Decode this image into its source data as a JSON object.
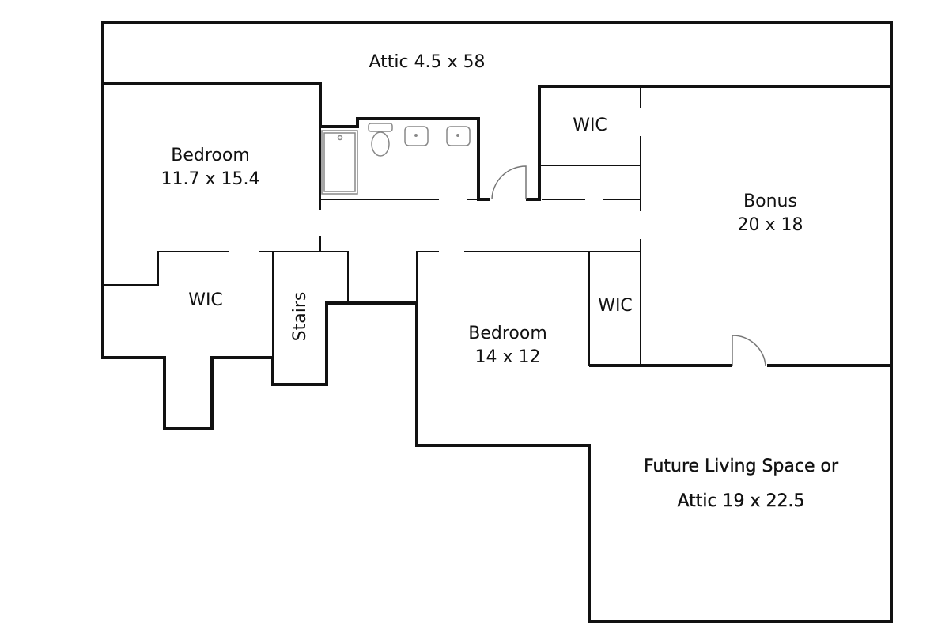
{
  "floorplan": {
    "rooms": {
      "attic_top": {
        "name": "Attic 4.5 x 58"
      },
      "bedroom1": {
        "name": "Bedroom",
        "size": "11.7 x 15.4"
      },
      "wic_top": {
        "name": "WIC"
      },
      "bonus": {
        "name": "Bonus",
        "size": "20 x 18"
      },
      "wic_left": {
        "name": "WIC"
      },
      "stairs": {
        "name": "Stairs"
      },
      "bedroom2": {
        "name": "Bedroom",
        "size": "14 x 12"
      },
      "wic_mid": {
        "name": "WIC"
      },
      "future": {
        "line1": "Future Living Space or",
        "line2": "Attic 19 x 22.5"
      }
    },
    "colors": {
      "wall": "#111111",
      "fixture": "#888888"
    }
  }
}
